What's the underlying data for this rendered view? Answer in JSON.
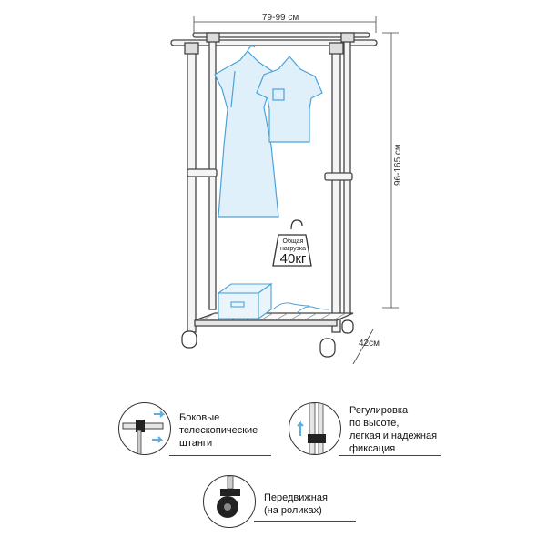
{
  "dimensions": {
    "width_label": "79-99 см",
    "height_label": "96-165 см",
    "depth_label": "42см"
  },
  "load_tag": {
    "line1": "Общая",
    "line2": "нагрузка",
    "value": "40кг"
  },
  "features": [
    {
      "text": "Боковые\nтелескопические\nштанги",
      "icon": "telescopic-bar-icon"
    },
    {
      "text": "Регулировка\nпо высоте,\nлегкая и надежная\nфиксация",
      "icon": "height-adjust-icon"
    },
    {
      "text": "Передвижная\n(на роликах)",
      "icon": "caster-wheel-icon"
    }
  ],
  "colors": {
    "frame": "#444444",
    "clothes_outline": "#4aa3d8",
    "clothes_fill": "#dff0fa",
    "arrow": "#5aaee0"
  }
}
